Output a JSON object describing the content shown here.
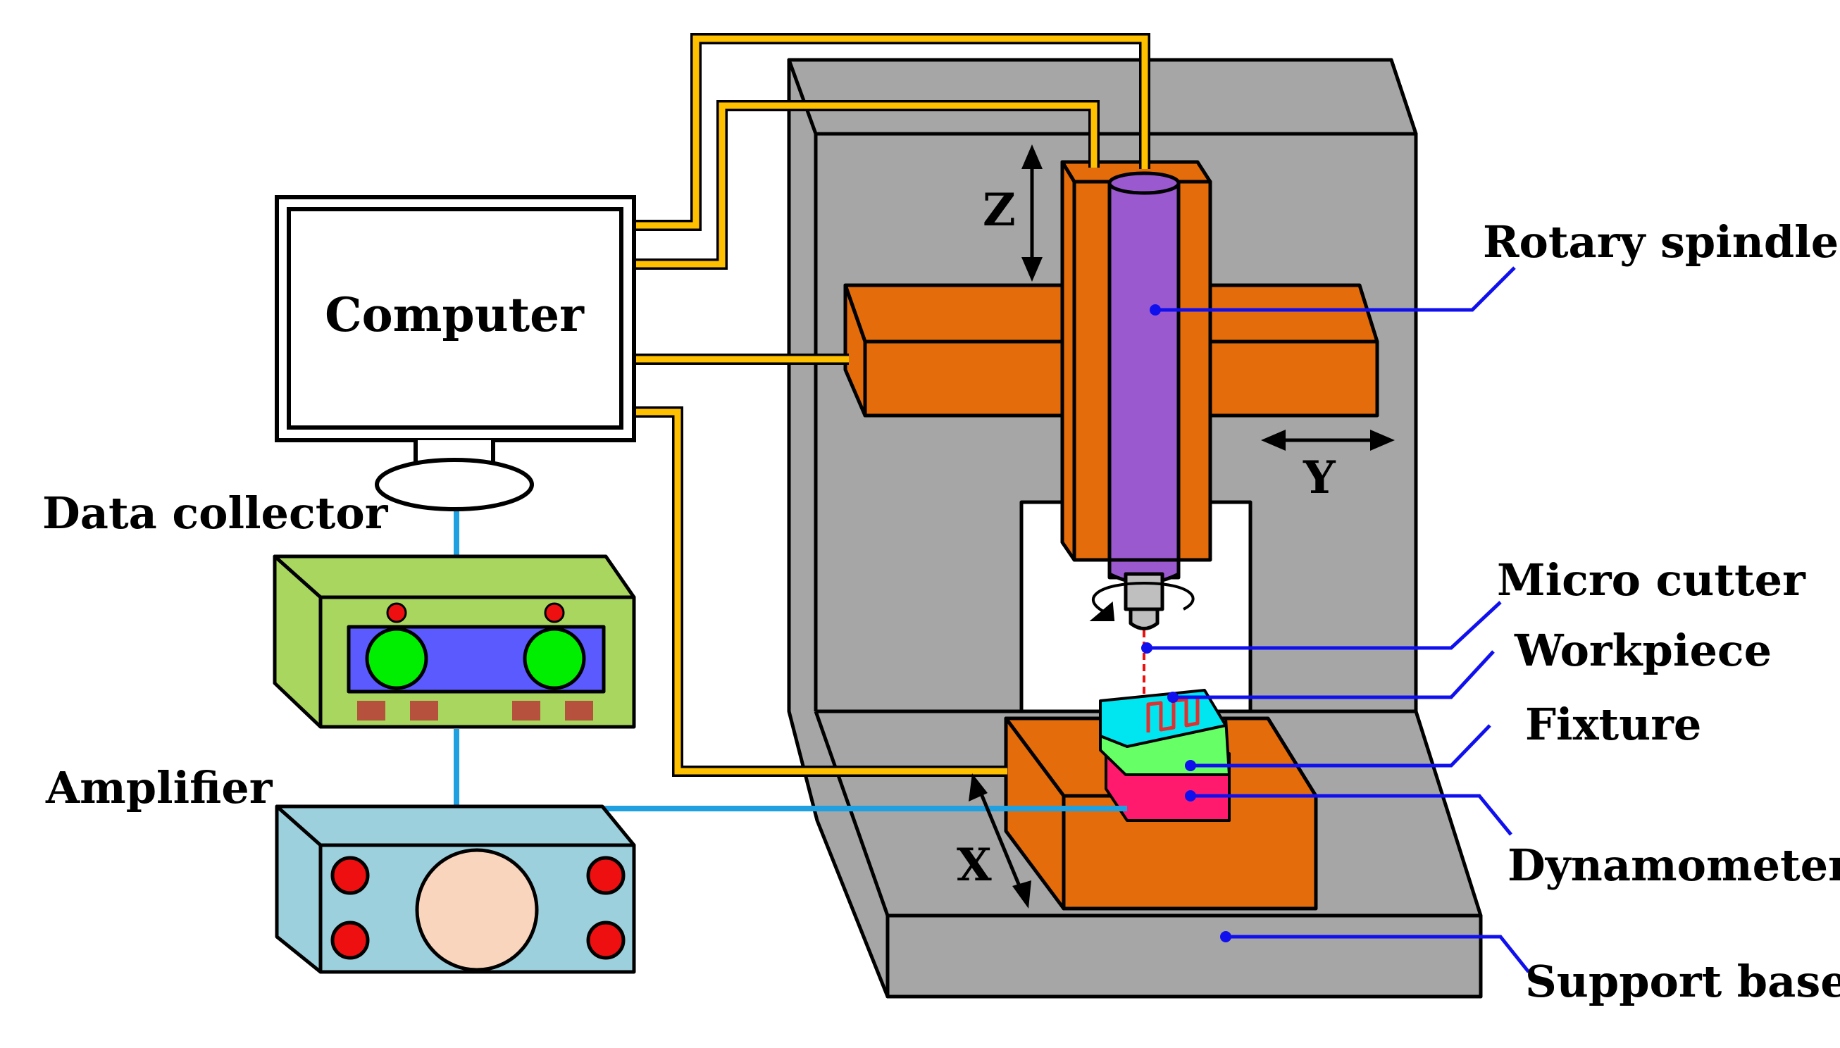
{
  "labels": {
    "computer": "Computer",
    "data_collector": "Data collector",
    "amplifier": "Amplifier",
    "rotary_spindle": "Rotary spindle",
    "micro_cutter": "Micro cutter",
    "workpiece": "Workpiece",
    "fixture": "Fixture",
    "dynamometer": "Dynamometer",
    "support_base": "Support base",
    "axis_z": "Z",
    "axis_y": "Y",
    "axis_x": "X"
  },
  "colors": {
    "frame_gray": "#a6a6a6",
    "carriage_orange": "#e46c0a",
    "spindle_purple": "#9b59d0",
    "cable_yellow": "#ffc000",
    "signal_blue": "#1fa0e0",
    "leader_blue": "#1010ee",
    "collector_green": "#a9d65f",
    "collector_panel": "#5a5aff",
    "dial_green": "#00ee00",
    "amplifier_blue": "#9dd0dd",
    "amplifier_knob": "#f8d5bc",
    "led_red": "#ee1010",
    "workpiece_cyan": "#00e6f0",
    "fixture_green": "#66ff66",
    "dynamometer_pink": "#ff1a6e"
  }
}
